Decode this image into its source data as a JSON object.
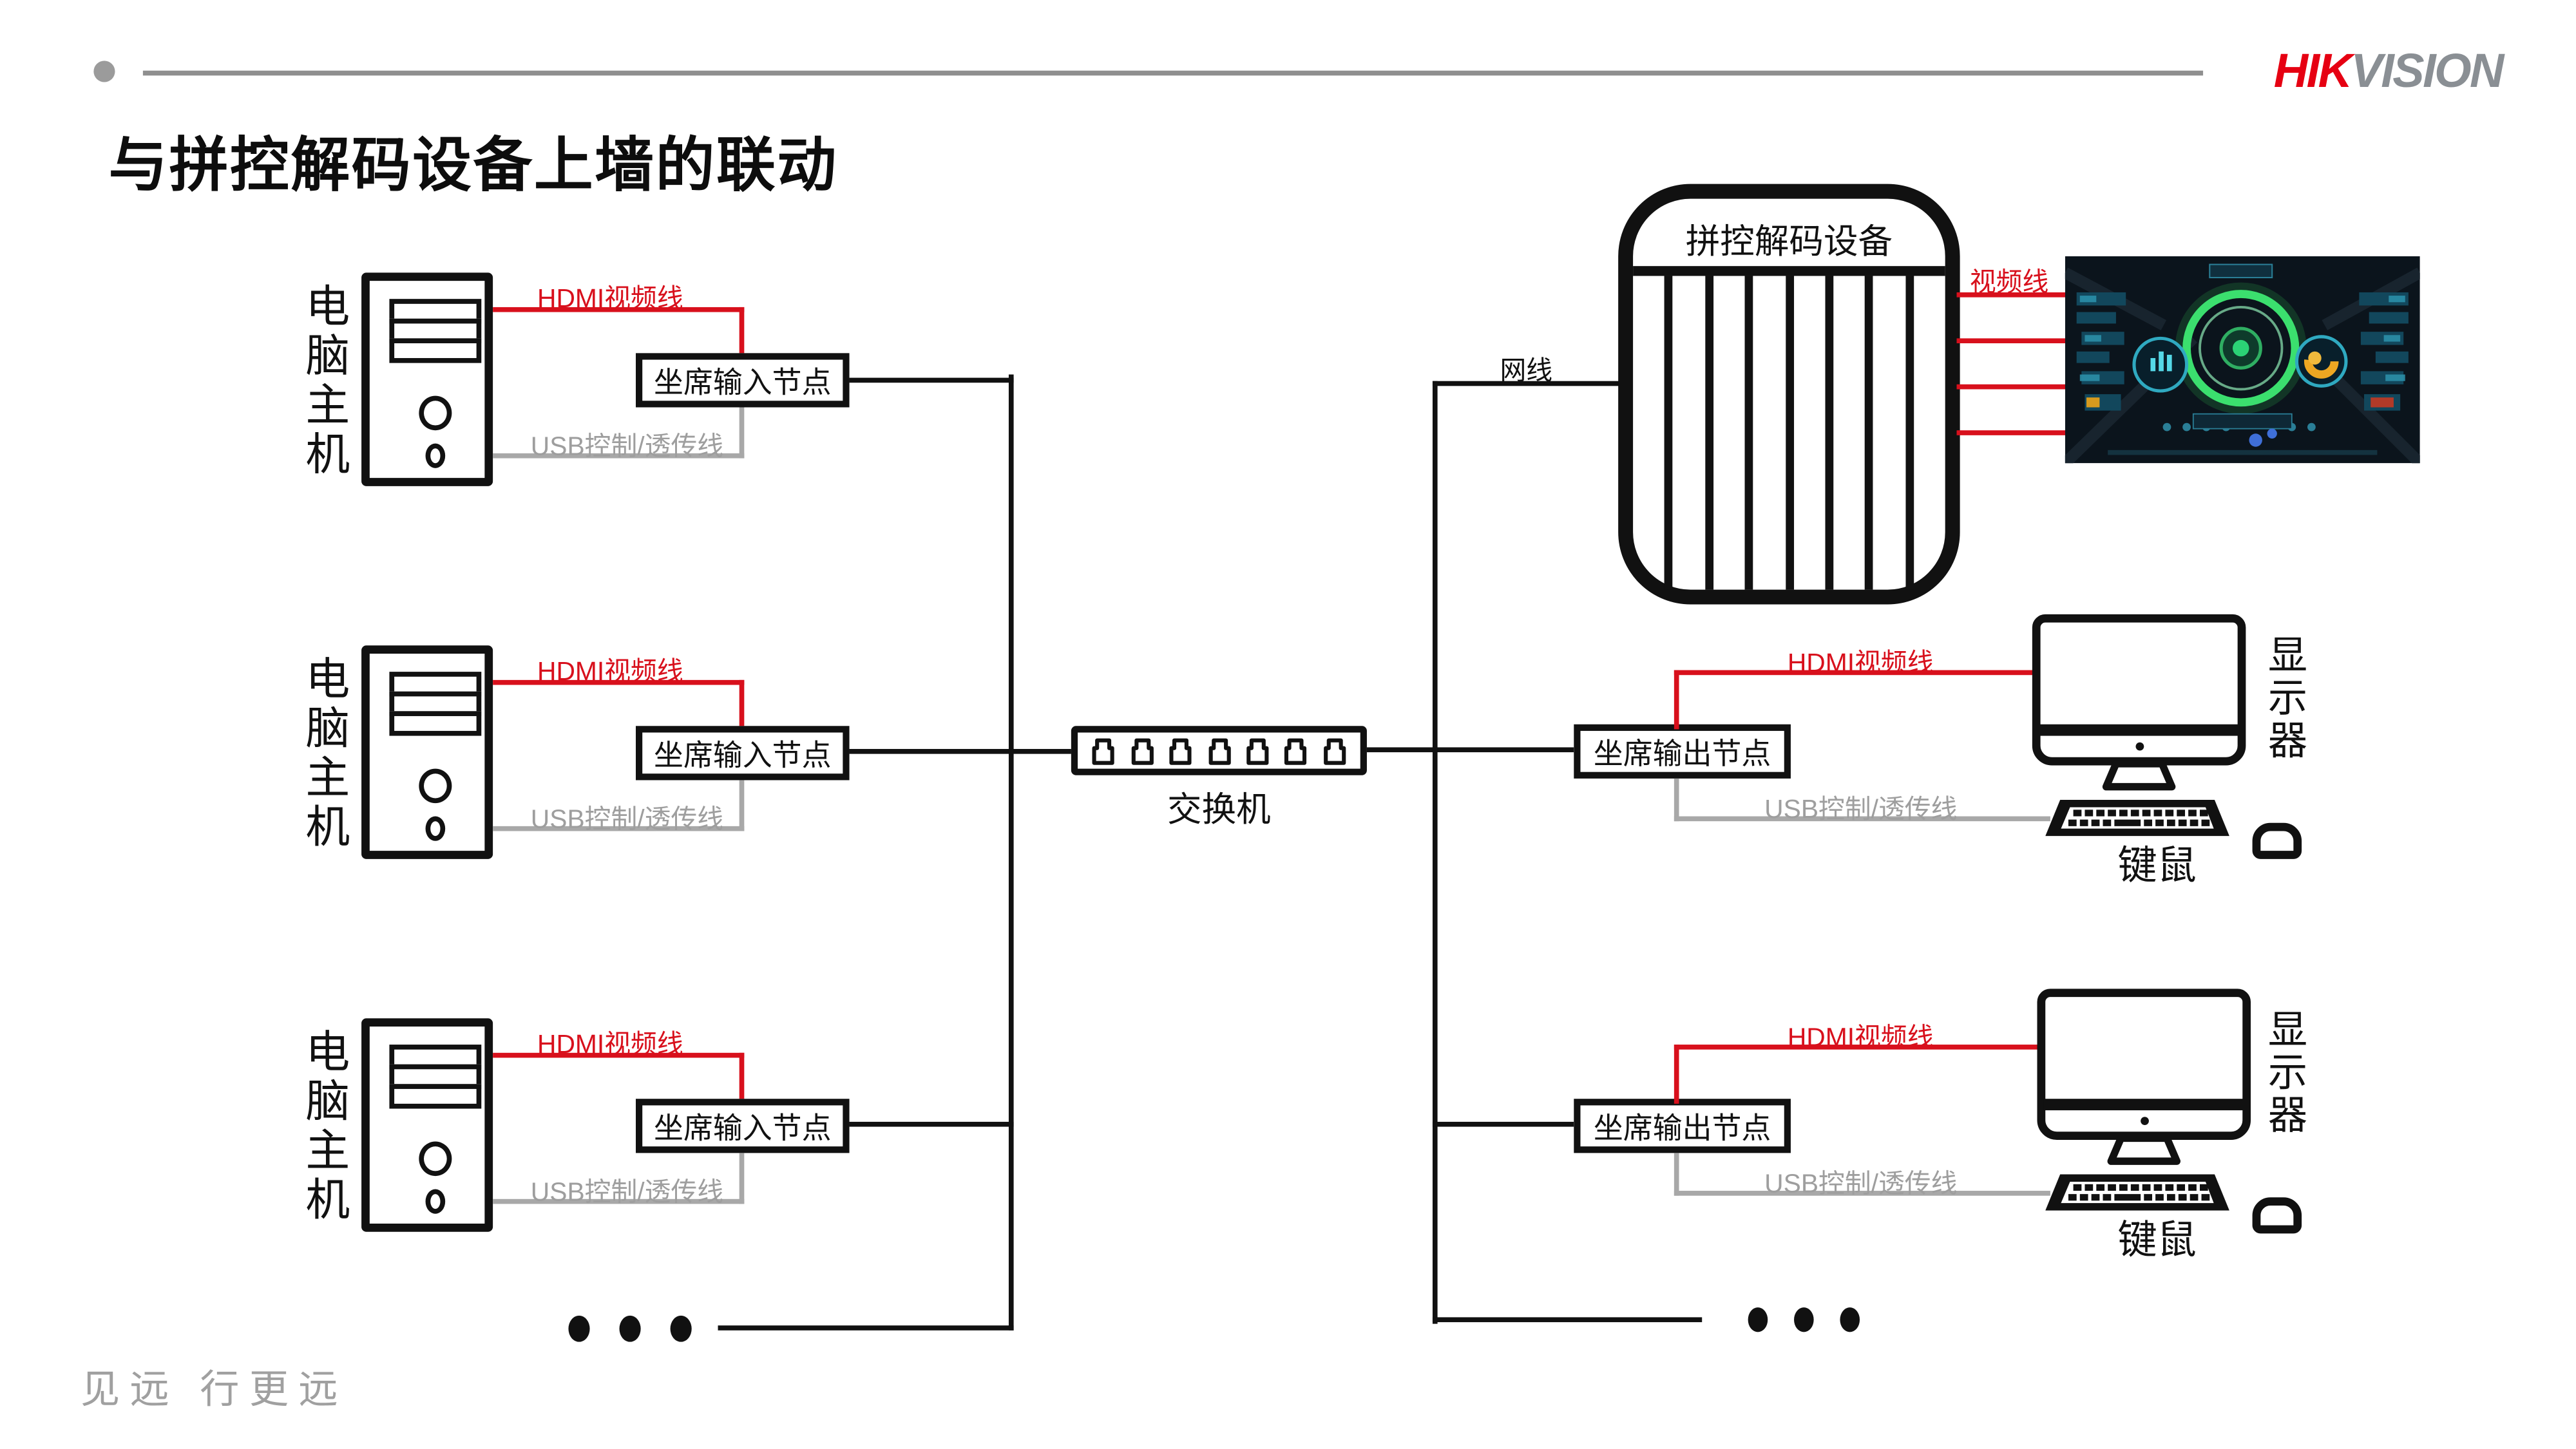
{
  "header": {
    "logo_hik": "HIK",
    "logo_vision": "VISION"
  },
  "title": "与拼控解码设备上墙的联动",
  "footer": "见远 行更远",
  "diagram": {
    "pc_host": "电脑主机",
    "hdmi_cable": "HDMI视频线",
    "usb_cable": "USB控制/透传线",
    "input_node": "坐席输入节点",
    "output_node": "坐席输出节点",
    "switch": "交换机",
    "network_cable": "网线",
    "decoder": "拼控解码设备",
    "video_cable": "视频线",
    "monitor": "显示器",
    "keyboard_mouse": "键鼠"
  },
  "colors": {
    "accent_red": "#D8101C",
    "logo_red": "#E60012",
    "logo_gray": "#8A8F94",
    "gray_line": "#A8A8A8",
    "black": "#111111"
  }
}
